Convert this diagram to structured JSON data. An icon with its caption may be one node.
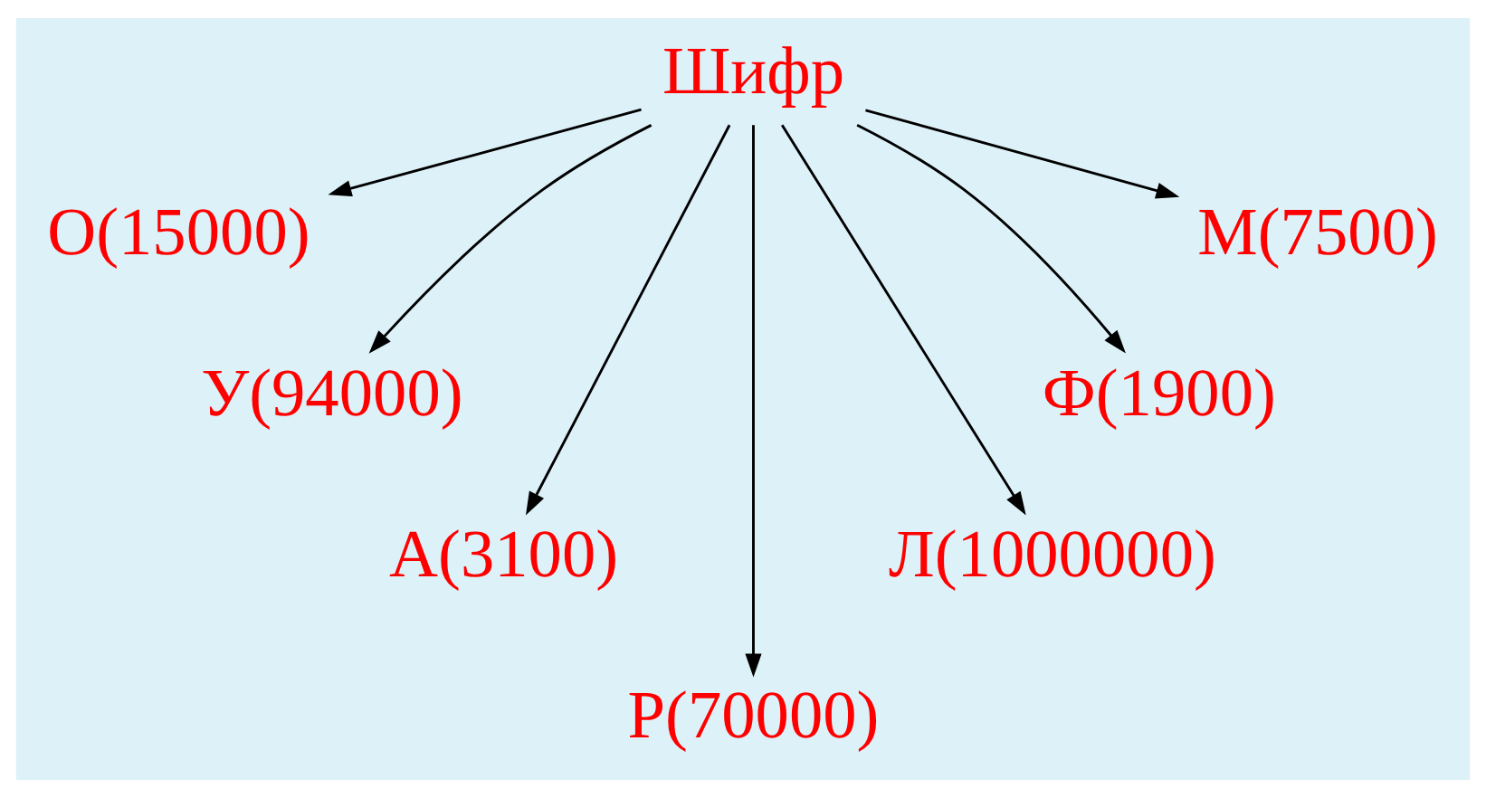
{
  "diagram": {
    "nodes": [
      {
        "text": [
          "Шифр"
        ]
      },
      {
        "text": [
          "О(15000)"
        ]
      },
      {
        "text": [
          "У(94000)"
        ]
      },
      {
        "text": [
          "А(3100)"
        ]
      },
      {
        "text": [
          "Р(70000)"
        ]
      },
      {
        "text": [
          "Л(1000000)"
        ]
      },
      {
        "text": [
          "Ф(1900)"
        ]
      },
      {
        "text": [
          "М(7500)"
        ]
      }
    ],
    "edges": [
      {
        "from": 0,
        "to": 1,
        "arrow": "to"
      },
      {
        "from": 0,
        "to": 2,
        "arrow": "to"
      },
      {
        "from": 0,
        "to": 3,
        "arrow": "to"
      },
      {
        "from": 0,
        "to": 4,
        "arrow": "to"
      },
      {
        "from": 0,
        "to": 5,
        "arrow": "to"
      },
      {
        "from": 0,
        "to": 6,
        "arrow": "to"
      },
      {
        "from": 0,
        "to": 7,
        "arrow": "to"
      }
    ]
  }
}
